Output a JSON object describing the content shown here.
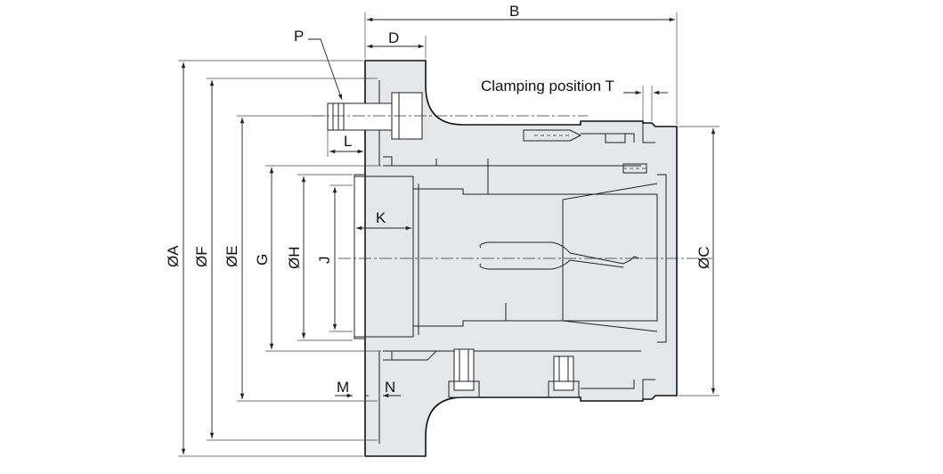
{
  "labels": {
    "B": "B",
    "D": "D",
    "P": "P",
    "L": "L",
    "K": "K",
    "M": "M",
    "N": "N",
    "clamping": "Clamping position T",
    "A": "ØA",
    "F": "ØF",
    "E": "ØE",
    "G": "G",
    "H": "ØH",
    "J": "J",
    "C": "ØC"
  },
  "colors": {
    "body_fill": "#e6e7e9",
    "line": "#111111"
  }
}
